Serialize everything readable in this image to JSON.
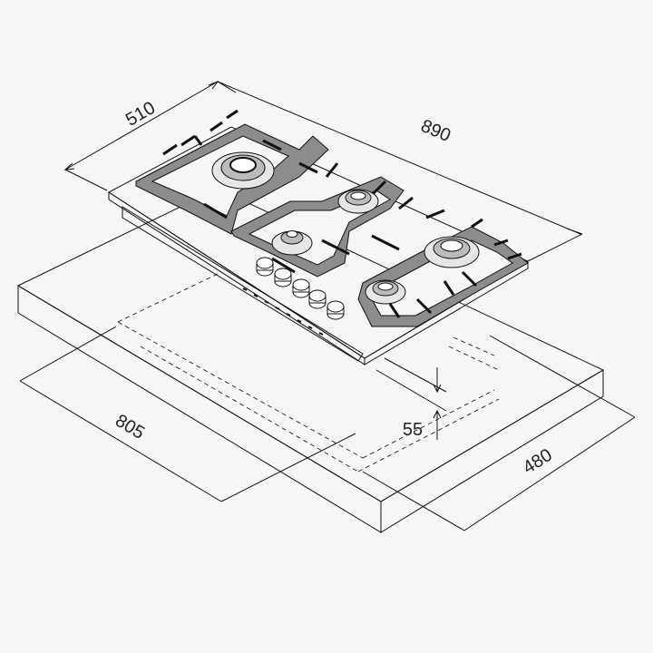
{
  "dimensions": {
    "hob_depth": "510",
    "hob_width": "890",
    "cutout_width": "805",
    "cutout_depth": "480",
    "hob_height": "55"
  },
  "colors": {
    "background": "#f6f6f6",
    "line": "#111111",
    "grate": "#8c8c8c"
  }
}
